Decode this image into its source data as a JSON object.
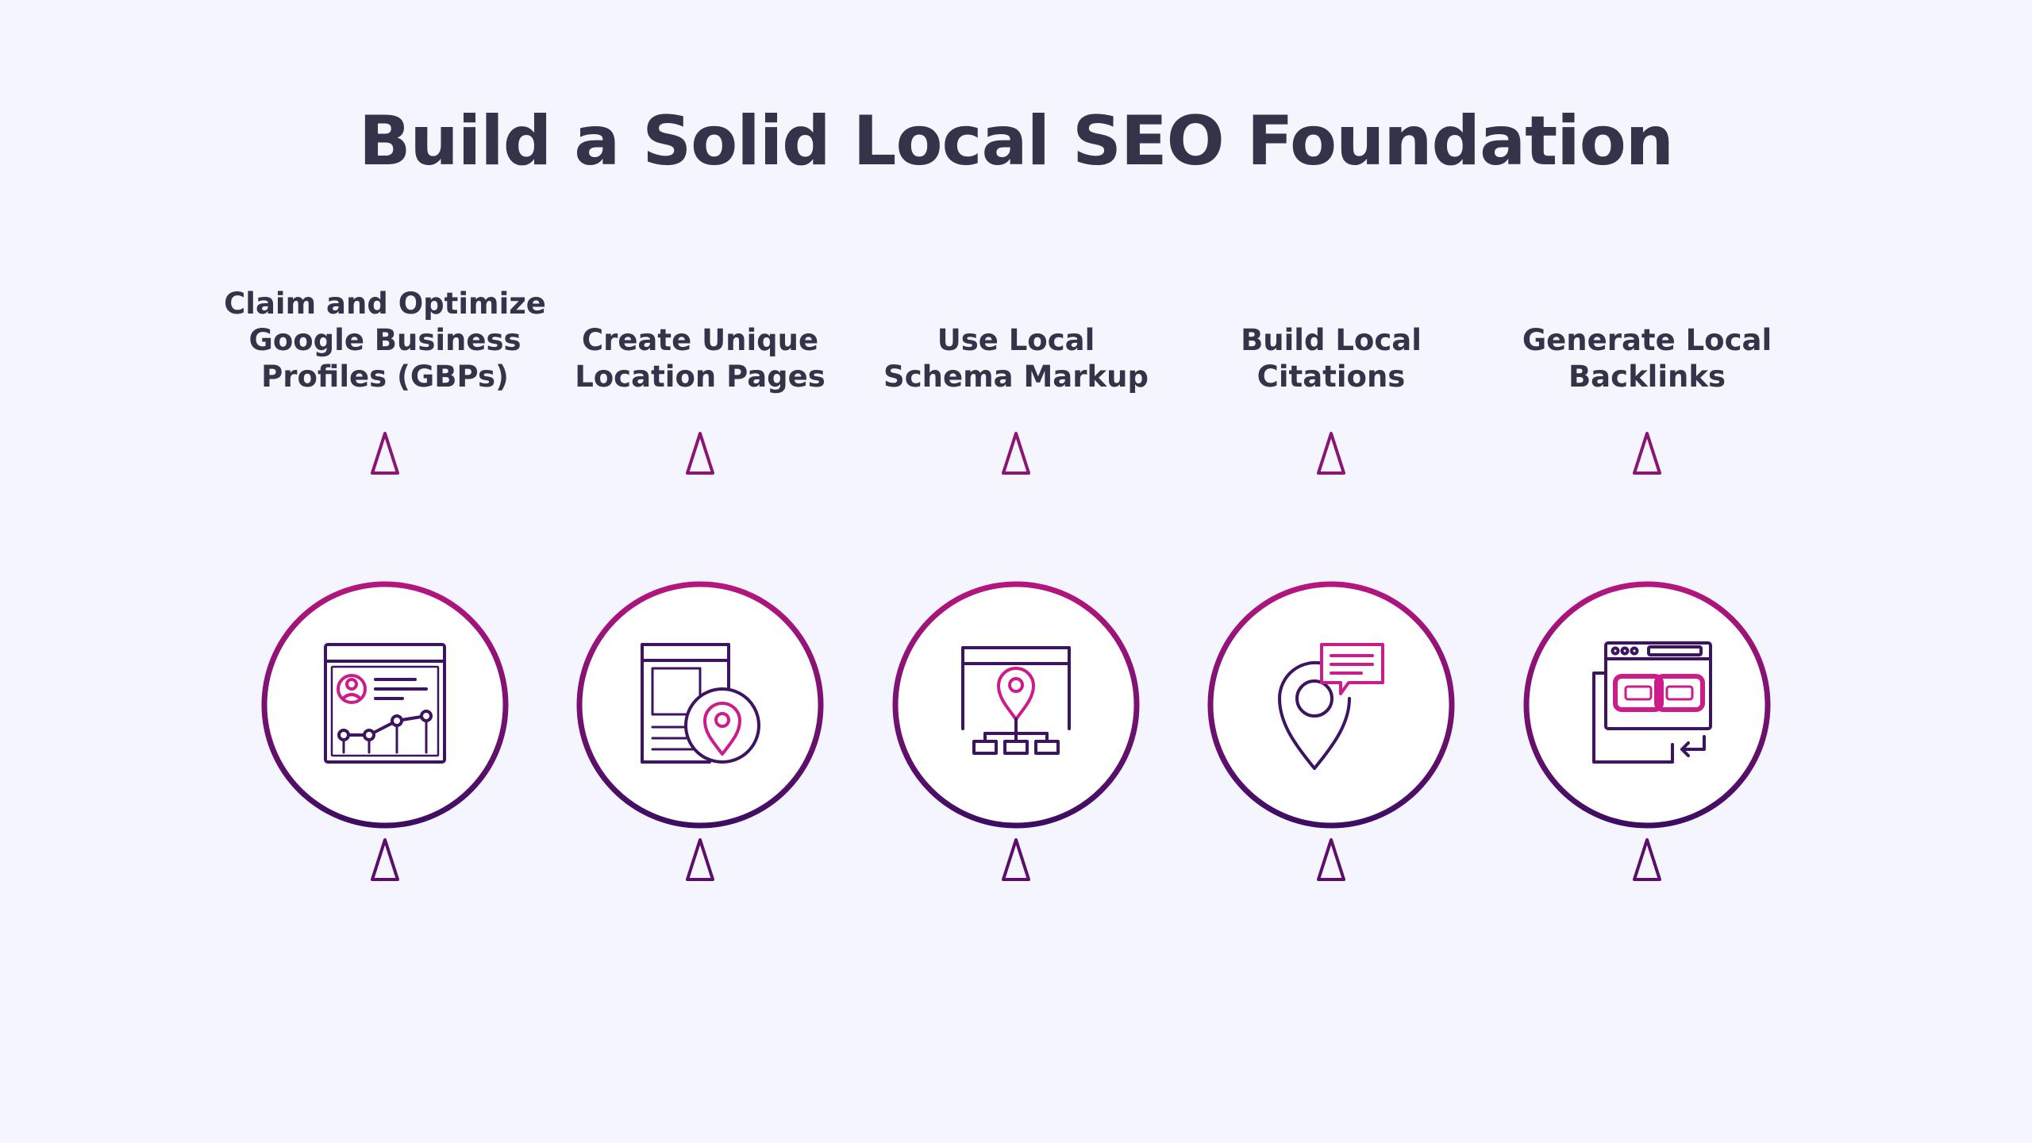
{
  "title": "Build a Solid Local SEO Foundation",
  "colors": {
    "background": "#f4f5fd",
    "text": "#353349",
    "accent_top": "#b5157f",
    "accent_bottom": "#3d0d63",
    "icon_dark": "#3d1460",
    "icon_pink": "#cc1c8a"
  },
  "steps": [
    {
      "label_lines": [
        "Claim and Optimize",
        "Google Business",
        "Profiles (GBPs)"
      ],
      "icon": "business-profile-dashboard-icon"
    },
    {
      "label_lines": [
        "Create Unique",
        "Location Pages"
      ],
      "icon": "location-page-icon"
    },
    {
      "label_lines": [
        "Use Local",
        "Schema Markup"
      ],
      "icon": "schema-markup-icon"
    },
    {
      "label_lines": [
        "Build Local",
        "Citations"
      ],
      "icon": "citation-pin-icon"
    },
    {
      "label_lines": [
        "Generate Local",
        "Backlinks"
      ],
      "icon": "backlink-chain-icon"
    }
  ]
}
